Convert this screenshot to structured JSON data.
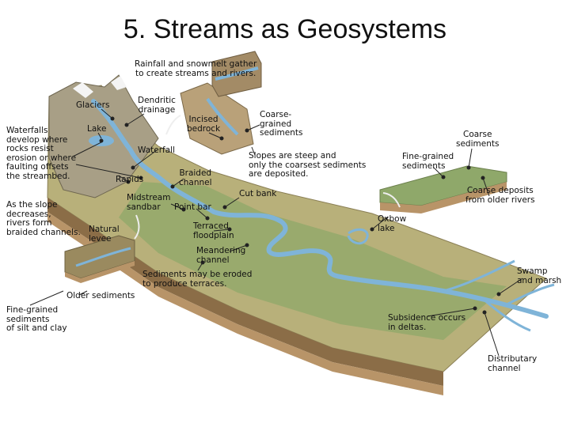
{
  "title": "5. Streams as Geosystems",
  "labels": {
    "rainfall": "Rainfall and snowmelt gather\nto create streams and rivers.",
    "glaciers": "Glaciers",
    "dendritic": "Dendritic\ndrainage",
    "incised": "Incised\nbedrock",
    "coarse_grained": "Coarse-\ngrained\nsediments",
    "coarse_sediments": "Coarse\nsediments",
    "waterfalls": "Waterfalls\ndevelop where\nrocks resist\nerosion or where\nfaulting offsets\nthe streambed.",
    "lake": "Lake",
    "waterfall": "Waterfall",
    "slopes": "Slopes are steep and\nonly the coarsest sediments\nare deposited.",
    "fine_grained_top": "Fine-grained\nsediments",
    "rapids": "Rapids",
    "braided": "Braided\nchannel",
    "coarse_deposits": "Coarse deposits\nfrom older rivers",
    "cut_bank": "Cut bank",
    "midstream": "Midstream\nsandbar",
    "point_bar": "Point bar",
    "slope_decreases": "As the slope\ndecreases,\nrivers form\nbraided channels.",
    "natural_levee": "Natural\nlevee",
    "oxbow": "Oxbow\nlake",
    "terraced": "Terraced\nfloodplain",
    "meandering": "Meandering\nchannel",
    "eroded": "Sediments may be eroded\nto produce terraces.",
    "swamp": "Swamp\nand marsh",
    "older_sediments": "Older sediments",
    "fine_grained_silt": "Fine-grained\nsediments\nof silt and clay",
    "subsidence": "Subsidence occurs\nin deltas.",
    "distributary": "Distributary\nchannel"
  }
}
